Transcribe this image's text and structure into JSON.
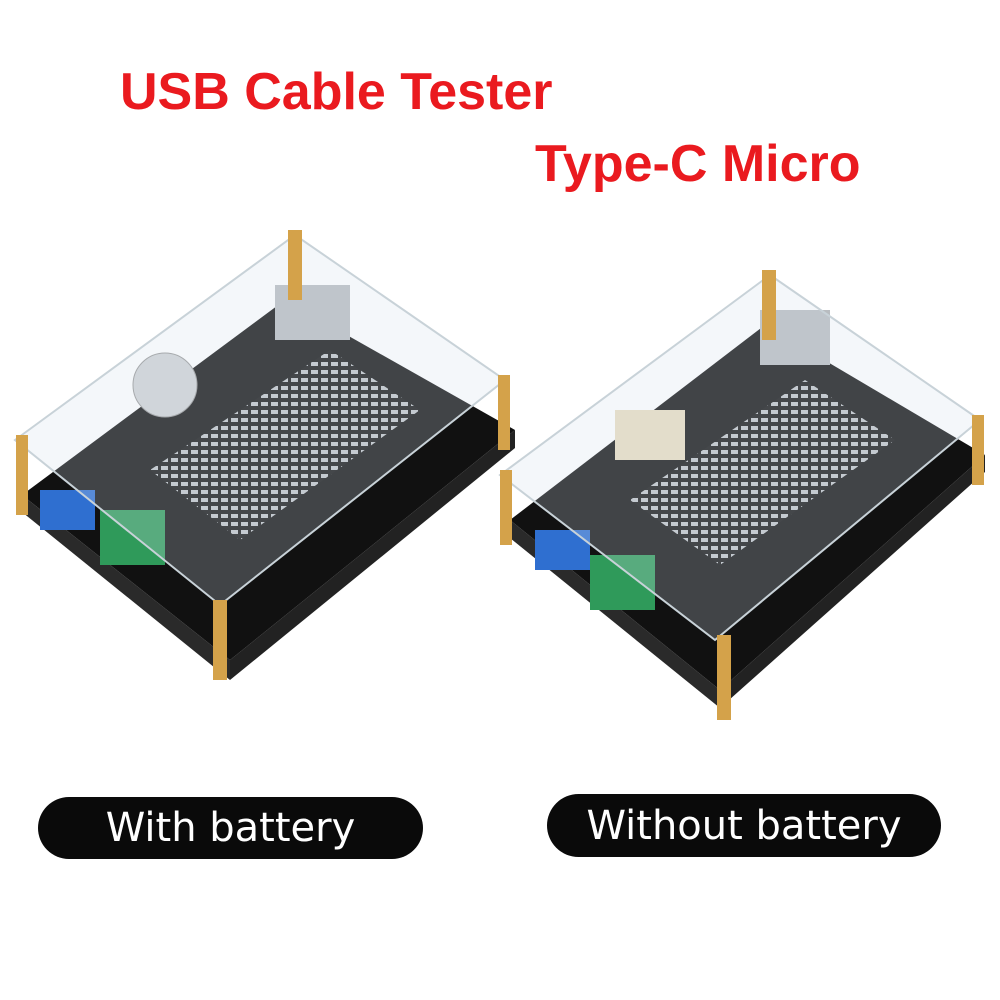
{
  "title": "USB Cable Tester",
  "subtitle": "Type-C Micro",
  "products": [
    {
      "label": "With battery",
      "battery": true
    },
    {
      "label": "Without battery",
      "battery": false
    }
  ],
  "colors": {
    "title": "#ea1a1f",
    "pill": "#0a0a0a",
    "pcb": "#141414",
    "standoff": "#d4a24a"
  }
}
